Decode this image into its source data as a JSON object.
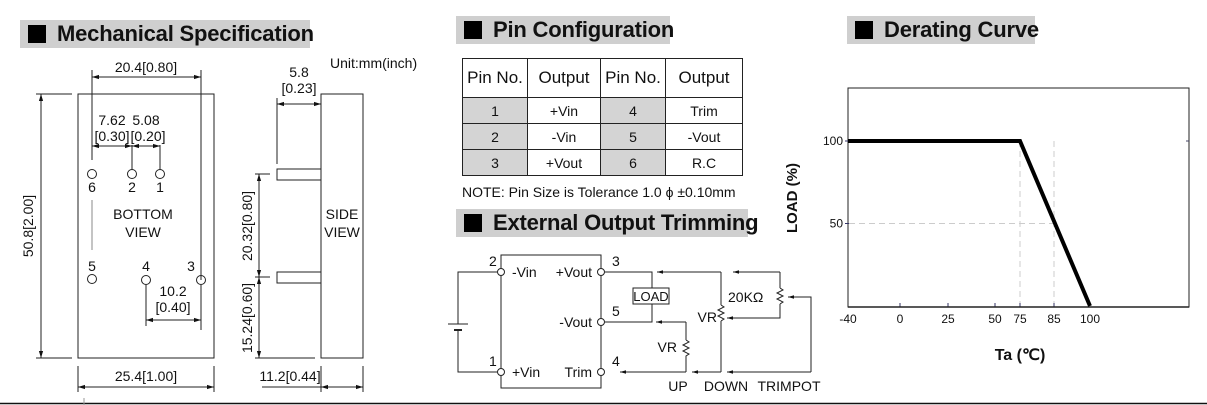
{
  "mechanical": {
    "title": "Mechanical Specification",
    "unit": "Unit:mm(inch)",
    "bottom_view": {
      "label_line1": "BOTTOM",
      "label_line2": "VIEW",
      "width_top": "20.4[0.80]",
      "pitch_a_line1": "7.62",
      "pitch_a_line2": "[0.30]",
      "pitch_b_line1": "5.08",
      "pitch_b_line2": "[0.20]",
      "height": "50.8[2.00]",
      "pitch_c_line1": "10.2",
      "pitch_c_line2": "[0.40]",
      "width_bottom": "25.4[1.00]",
      "pins": [
        "6",
        "2",
        "1",
        "5",
        "4",
        "3"
      ]
    },
    "side_view": {
      "label_line1": "SIDE",
      "label_line2": "VIEW",
      "pin_length_line1": "5.8",
      "pin_length_line2": "[0.23]",
      "pin_spacing": "20.32[0.80]",
      "pin_offset": "15.24[0.60]",
      "thickness": "11.2[0.44]"
    }
  },
  "pin_config": {
    "title": "Pin Configuration",
    "headers": [
      "Pin No.",
      "Output",
      "Pin No.",
      "Output"
    ],
    "rows": [
      [
        "1",
        "+Vin",
        "4",
        "Trim"
      ],
      [
        "2",
        "-Vin",
        "5",
        "-Vout"
      ],
      [
        "3",
        "+Vout",
        "6",
        "R.C"
      ]
    ],
    "note": "NOTE: Pin Size is Tolerance 1.0 ϕ ±0.10mm"
  },
  "trimming": {
    "title": "External Output Trimming",
    "pins": {
      "neg_vin": {
        "num": "2",
        "label": "-Vin"
      },
      "pos_vin": {
        "num": "1",
        "label": "+Vin"
      },
      "pos_vout": {
        "num": "3",
        "label": "+Vout"
      },
      "neg_vout": {
        "num": "5",
        "label": "-Vout"
      },
      "trim": {
        "num": "4",
        "label": "Trim"
      }
    },
    "load": "LOAD",
    "vr_up": "VR",
    "vr_down": "VR",
    "resistor": "20KΩ",
    "labels": {
      "up": "UP",
      "down": "DOWN",
      "trimpot": "TRIMPOT"
    }
  },
  "derating": {
    "title": "Derating Curve"
  },
  "chart_data": {
    "type": "line",
    "title": "Derating Curve",
    "xlabel": "Ta (℃)",
    "ylabel": "LOAD (%)",
    "x_ticks": [
      -40,
      0,
      25,
      50,
      75,
      85,
      100
    ],
    "x_tick_labels": [
      "-40",
      "0",
      "25",
      "50",
      "75",
      "85",
      "100"
    ],
    "y_ticks": [
      50,
      100
    ],
    "y_tick_labels": [
      "50",
      "100"
    ],
    "series": [
      {
        "name": "Derating",
        "x": [
          -40,
          75,
          100
        ],
        "y": [
          100,
          100,
          0
        ]
      }
    ],
    "reference_lines": {
      "x": [
        75,
        85
      ],
      "y": [
        50
      ]
    },
    "grid": false,
    "color": "#000000"
  }
}
